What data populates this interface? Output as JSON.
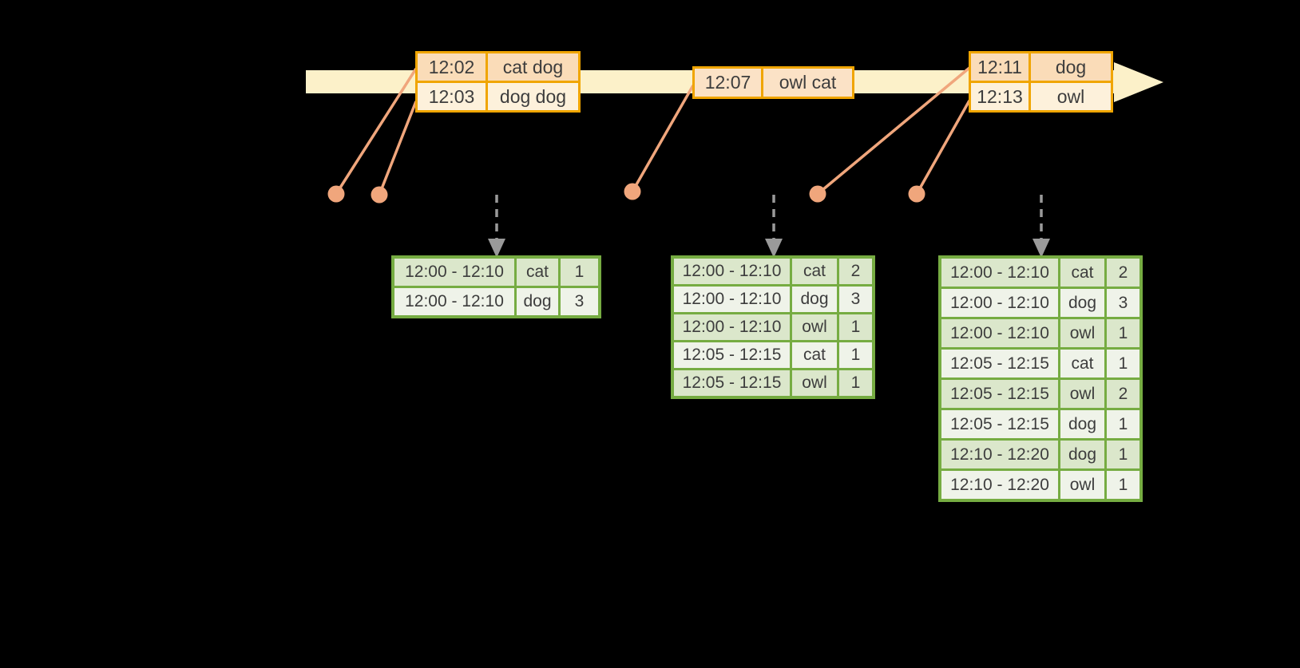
{
  "canvas": {
    "background": "#000000"
  },
  "colors": {
    "timeline_fill": "#FCF1C9",
    "event_border": "#F0A500",
    "event_row_dark": "#FADCB8",
    "event_row_light": "#FDF1DB",
    "event_row_mid": "#FBE2C6",
    "connector_peach": "#F0A67C",
    "result_border": "#76AC42",
    "result_row_dark": "#DBE7CB",
    "result_row_light": "#EFF3E9",
    "trigger_arrow_gray": "#9A9A9A",
    "text_ink": "#3D3D3D"
  },
  "event_tables": [
    {
      "rows": [
        [
          "12:02",
          "cat dog"
        ],
        [
          "12:03",
          "dog dog"
        ]
      ]
    },
    {
      "rows": [
        [
          "12:07",
          "owl cat"
        ]
      ]
    },
    {
      "rows": [
        [
          "12:11",
          "dog"
        ],
        [
          "12:13",
          "owl"
        ]
      ]
    }
  ],
  "result_tables": [
    {
      "rows": [
        [
          "12:00 - 12:10",
          "cat",
          "1"
        ],
        [
          "12:00 - 12:10",
          "dog",
          "3"
        ]
      ]
    },
    {
      "rows": [
        [
          "12:00 - 12:10",
          "cat",
          "2"
        ],
        [
          "12:00 - 12:10",
          "dog",
          "3"
        ],
        [
          "12:00 - 12:10",
          "owl",
          "1"
        ],
        [
          "12:05 - 12:15",
          "cat",
          "1"
        ],
        [
          "12:05 - 12:15",
          "owl",
          "1"
        ]
      ]
    },
    {
      "rows": [
        [
          "12:00 - 12:10",
          "cat",
          "2"
        ],
        [
          "12:00 - 12:10",
          "dog",
          "3"
        ],
        [
          "12:00 - 12:10",
          "owl",
          "1"
        ],
        [
          "12:05 - 12:15",
          "cat",
          "1"
        ],
        [
          "12:05 - 12:15",
          "owl",
          "2"
        ],
        [
          "12:05 - 12:15",
          "dog",
          "1"
        ],
        [
          "12:10 - 12:20",
          "dog",
          "1"
        ],
        [
          "12:10 - 12:20",
          "owl",
          "1"
        ]
      ]
    }
  ]
}
